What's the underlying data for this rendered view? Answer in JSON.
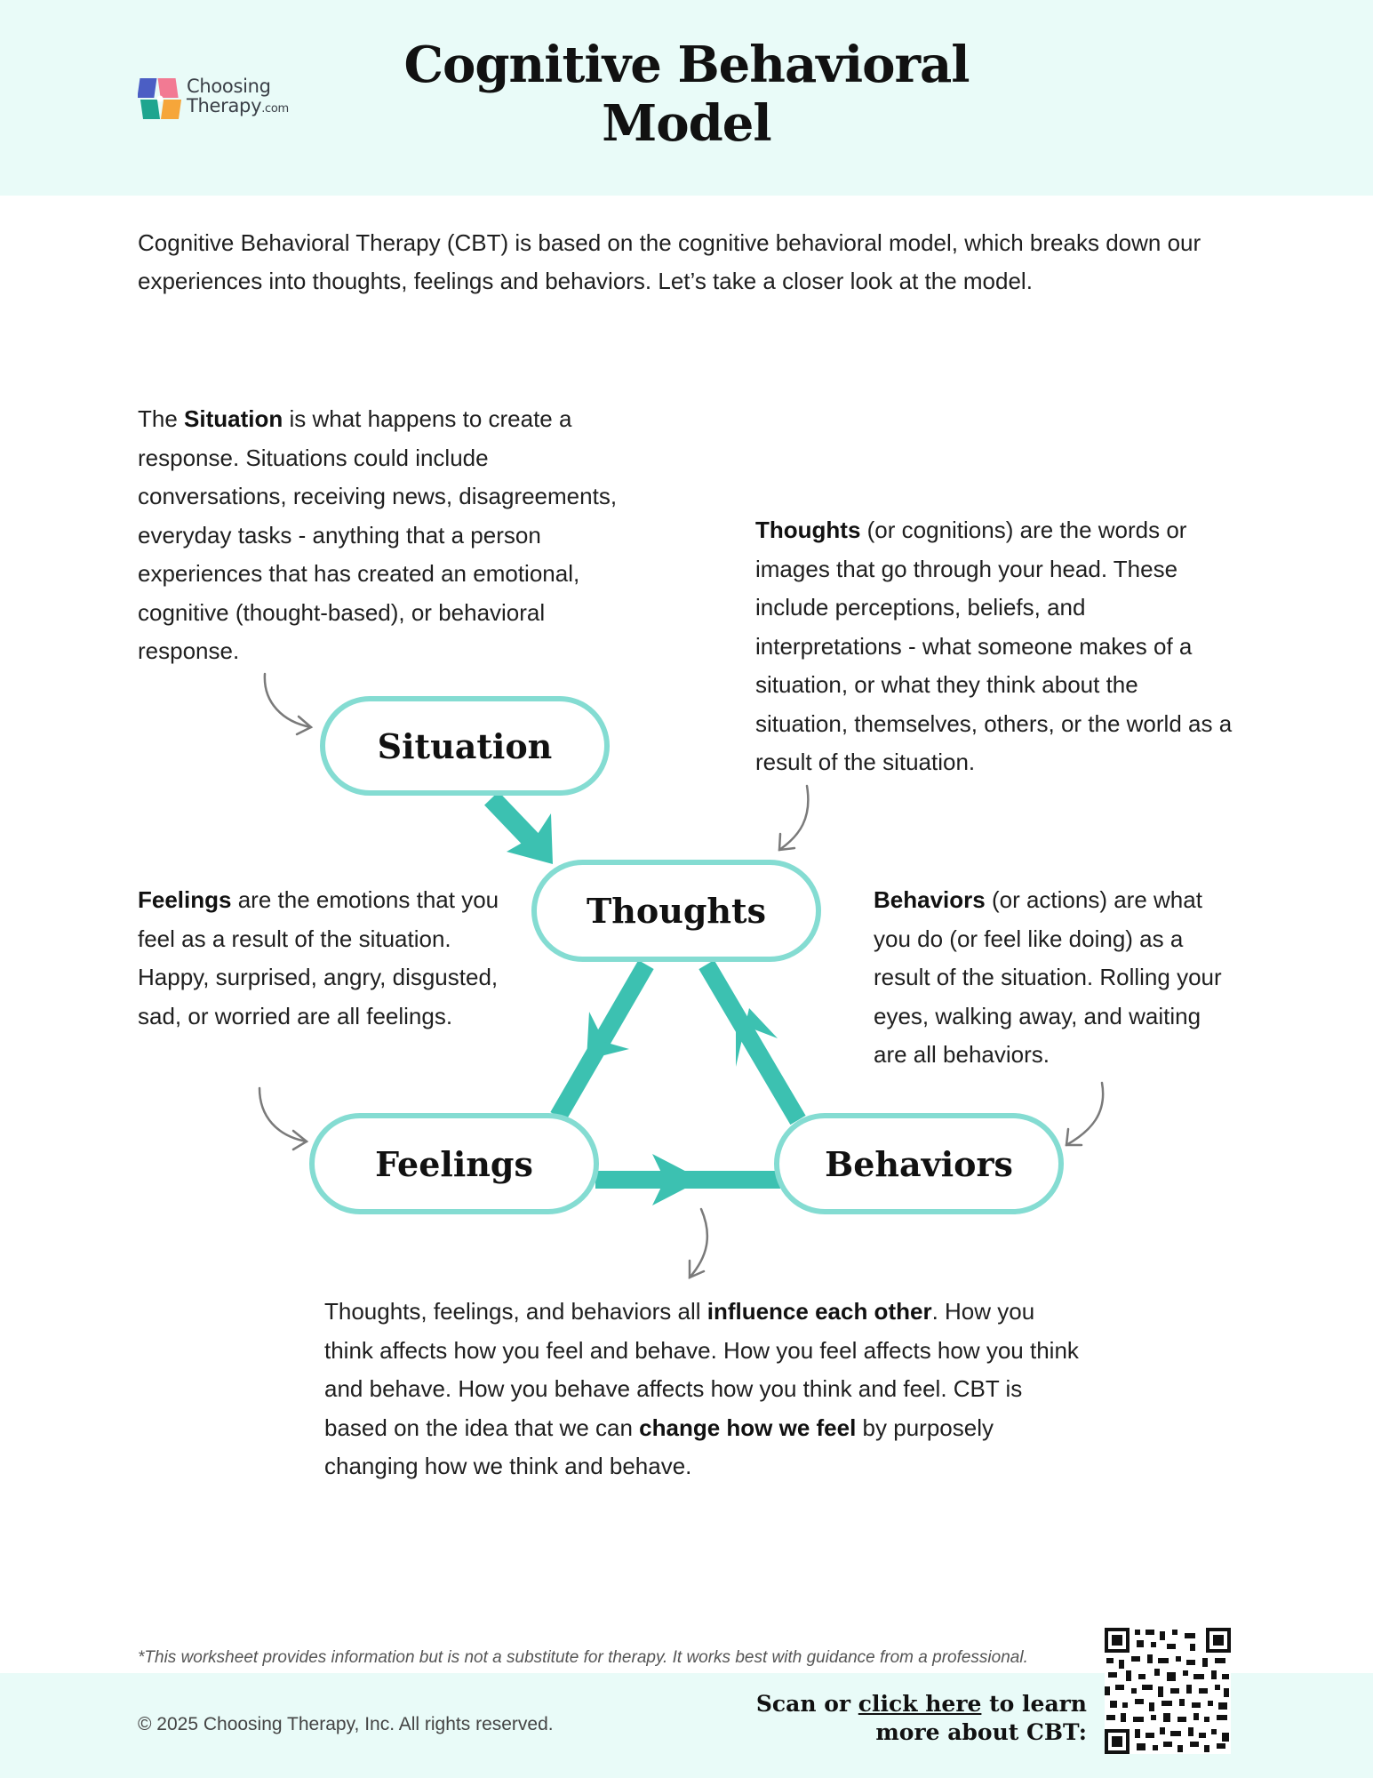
{
  "header": {
    "logo_line1": "Choosing",
    "logo_line2": "Therapy",
    "logo_suffix": ".com",
    "title": "Cognitive Behavioral Model"
  },
  "intro": "Cognitive Behavioral Therapy (CBT) is based on the cognitive behavioral model, which breaks down our experiences into thoughts, feelings and behaviors. Let’s take a closer look at the model.",
  "situation": {
    "pre": "The ",
    "bold": "Situation",
    "post": " is what happens to create a response. Situations could include conversations, receiving news, disagreements, everyday tasks - anything that a person experiences that has created an emotional, cognitive (thought-based), or behavioral response."
  },
  "thoughts": {
    "bold": "Thoughts",
    "post": " (or cognitions) are the words or images that go through your head. These include perceptions, beliefs, and interpretations - what someone makes of a situation, or what they think about the situation, themselves, others, or the world as a result of the situation."
  },
  "feelings": {
    "bold": "Feelings",
    "post": " are the emotions that you feel as a result of the situation. Happy, surprised, angry, disgusted, sad, or worried are all feelings."
  },
  "behaviors": {
    "bold": "Behaviors",
    "post": " (or actions) are what you do (or feel like doing) as a result of the situation. Rolling your eyes, walking away, and waiting are all behaviors."
  },
  "influence": {
    "part1": "Thoughts, feelings, and behaviors all ",
    "bold1": "influence each other",
    "part2": ". How you think affects how you feel and behave. How you feel affects how you think and behave. How you behave affects how you think and feel. CBT is based on the idea that we can ",
    "bold2": "change how we feel",
    "part3": " by purposely changing how we think and behave."
  },
  "nodes": {
    "situation": "Situation",
    "thoughts": "Thoughts",
    "feelings": "Feelings",
    "behaviors": "Behaviors"
  },
  "colors": {
    "band": "#e9fbf8",
    "node_border": "#84dcd2",
    "arrow": "#3cc1b1",
    "pointer": "#7a7a7a"
  },
  "footer": {
    "disclaimer": "*This worksheet provides information but is not a substitute for therapy. It works best with guidance from a professional.",
    "copyright": "© 2025 Choosing Therapy, Inc. All rights reserved.",
    "scan_pre": "Scan or ",
    "scan_link": "click here",
    "scan_post": " to learn more about CBT:"
  }
}
